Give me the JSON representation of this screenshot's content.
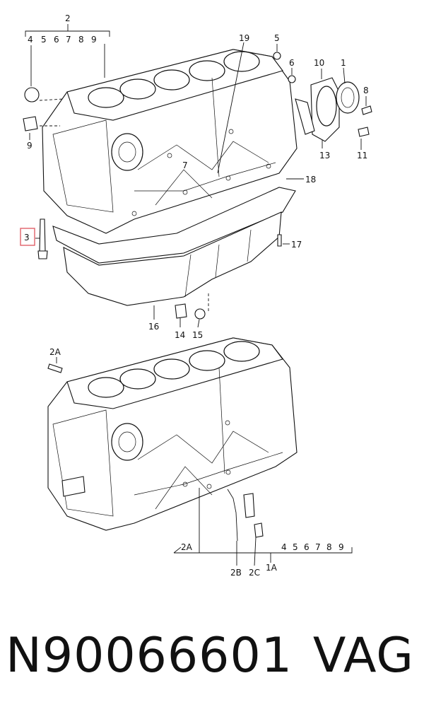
{
  "part_number": "N90066601",
  "brand": "VAG",
  "highlight_color": "#e0606a",
  "highlighted_callout": "3",
  "callouts_top": {
    "group_top": "2",
    "group_top_items": [
      "4",
      "5",
      "6",
      "7",
      "8",
      "9"
    ],
    "c19": "19",
    "c5": "5",
    "c6": "6",
    "c10": "10",
    "c1": "1",
    "c8": "8",
    "c9": "9",
    "c7": "7",
    "c13": "13",
    "c11": "11",
    "c18": "18",
    "c3": "3",
    "c17": "17",
    "c16": "16",
    "c14": "14",
    "c15": "15"
  },
  "callouts_bottom": {
    "c2a_top": "2A",
    "c2a_bottom": "2A",
    "group_bottom_items": [
      "4",
      "5",
      "6",
      "7",
      "8",
      "9"
    ],
    "c2b": "2B",
    "c2c": "2C",
    "c1a": "1A"
  }
}
